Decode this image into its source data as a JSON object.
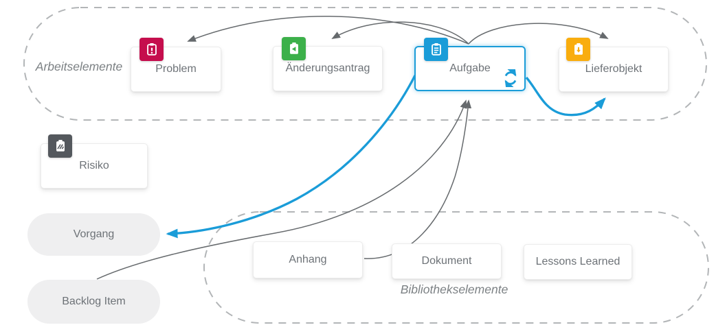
{
  "diagram": {
    "title": "work-item relationship diagram",
    "groups": [
      {
        "id": "arbeitselemente",
        "label": "Arbeitselemente"
      },
      {
        "id": "bibliothekselemente",
        "label": "Bibliothekselemente"
      }
    ],
    "nodes": [
      {
        "id": "problem",
        "label": "Problem",
        "type": "card",
        "icon": "clipboard-exclamation-icon",
        "color_key": "crimson"
      },
      {
        "id": "aenderungsantrag",
        "label": "Änderungsantrag",
        "type": "card",
        "icon": "clipboard-arrow-left-icon",
        "color_key": "green"
      },
      {
        "id": "aufgabe",
        "label": "Aufgabe",
        "type": "card",
        "icon": "clipboard-list-icon",
        "color_key": "blue",
        "selected": true,
        "badge": "sync-icon"
      },
      {
        "id": "lieferobjekt",
        "label": "Lieferobjekt",
        "type": "card",
        "icon": "clipboard-arrow-down-icon",
        "color_key": "orange"
      },
      {
        "id": "risiko",
        "label": "Risiko",
        "type": "card",
        "icon": "clipboard-hatch-icon",
        "color_key": "dark"
      },
      {
        "id": "vorgang",
        "label": "Vorgang",
        "type": "pill"
      },
      {
        "id": "backlog-item",
        "label": "Backlog Item",
        "type": "pill"
      },
      {
        "id": "anhang",
        "label": "Anhang",
        "type": "card-plain"
      },
      {
        "id": "dokument",
        "label": "Dokument",
        "type": "card-plain"
      },
      {
        "id": "lessons-learned",
        "label": "Lessons Learned",
        "type": "card-plain"
      }
    ],
    "edges": [
      {
        "from": "aufgabe",
        "to": "problem",
        "color": "gray",
        "style": "arc-top"
      },
      {
        "from": "aufgabe",
        "to": "aenderungsantrag",
        "color": "gray",
        "style": "arc-top"
      },
      {
        "from": "aufgabe",
        "to": "lieferobjekt",
        "color": "gray",
        "style": "arc-top"
      },
      {
        "from": "aufgabe",
        "to": "vorgang",
        "color": "blue",
        "style": "curve"
      },
      {
        "from": "aufgabe",
        "to": "lieferobjekt",
        "color": "blue",
        "style": "curve-bottom"
      },
      {
        "from": "anhang",
        "to": "aufgabe",
        "color": "gray",
        "style": "curve"
      },
      {
        "from": "backlog-item",
        "to": "aufgabe",
        "color": "gray",
        "style": "curve"
      }
    ],
    "colors": {
      "blue": "#1a9cd8",
      "crimson": "#c50e4d",
      "green": "#3cb04a",
      "orange": "#f9ad0e",
      "dark": "#54585d",
      "edge_gray": "#666a6d",
      "dashed_border": "#b2b5b7",
      "card_text": "#6d7277"
    }
  }
}
